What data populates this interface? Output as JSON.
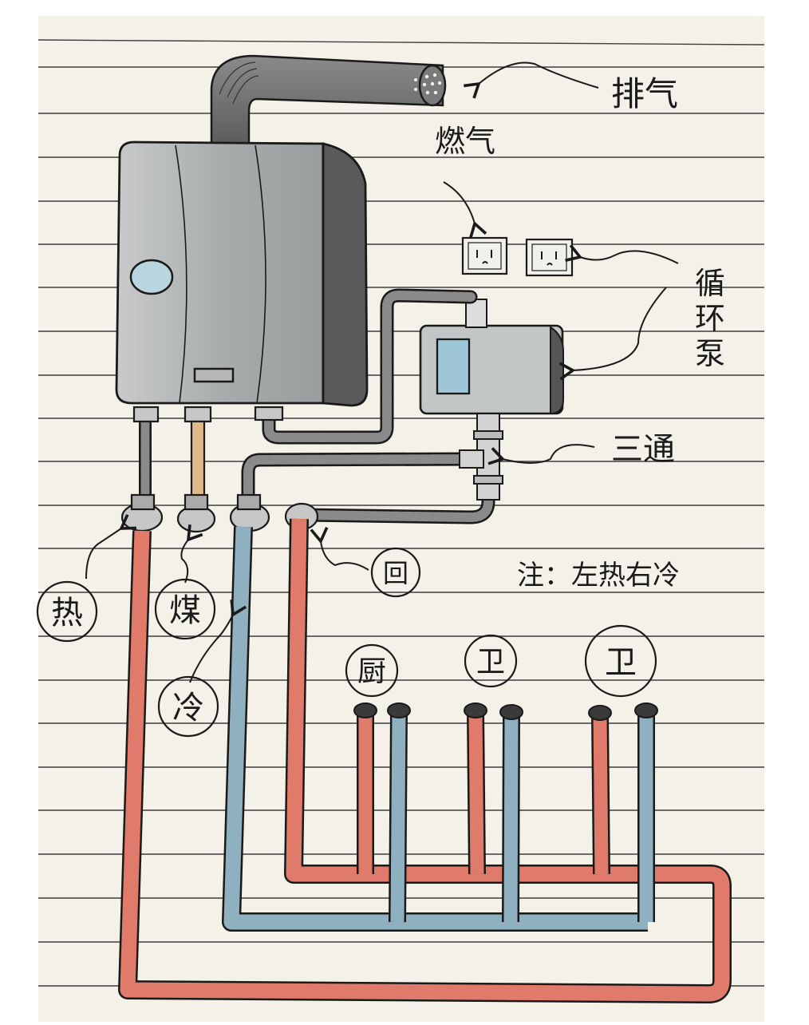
{
  "labels": {
    "exhaust": "排气",
    "gas": "燃气",
    "circulation_pump": [
      "循",
      "环",
      "泵"
    ],
    "tee": "三通",
    "return": "回",
    "note": "注：左热右冷",
    "hot": "热",
    "gas_pipe": "煤",
    "cold": "冷",
    "kitchen": "厨",
    "bathroom_1": "卫",
    "bathroom_2": "卫"
  },
  "colors": {
    "hot_pipe": "#e07a6a",
    "cold_pipe": "#8fb0bf",
    "paper": "#f4f1e8",
    "ruling": "#3e3e3e",
    "heater_body": "#b6b8b8",
    "heater_side": "#5a5a5a",
    "ink": "#1a1a1a"
  }
}
